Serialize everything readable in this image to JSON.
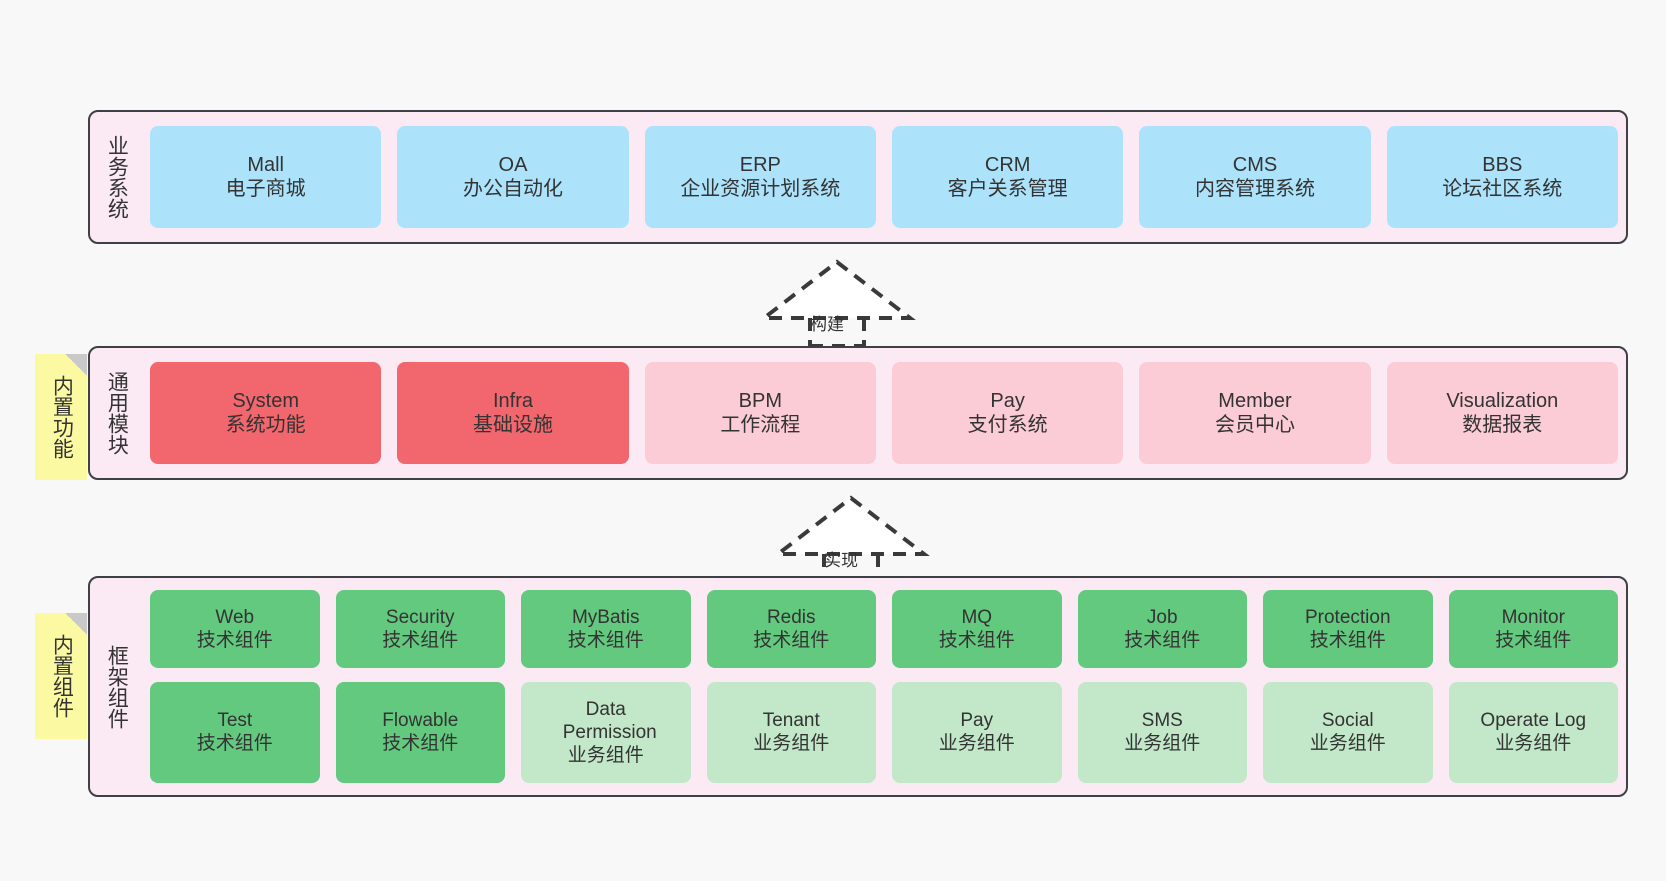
{
  "diagram": {
    "title": "",
    "colors": {
      "layer_bg": "#fbeaf4",
      "layer_border": "#3f3f46",
      "blue": "#ace3fb",
      "red": "#f2666e",
      "pink": "#fbccd5",
      "green": "#63c97f",
      "light_green": "#c2e8c9",
      "note": "#fbfaa3",
      "note_fold": "#c9c9c9",
      "canvas": "#f8f8f8"
    }
  },
  "layers": [
    {
      "id": "business-system",
      "title": "业务系统",
      "note": null,
      "cards": [
        {
          "en": "Mall",
          "cn": "电子商城",
          "color": "blue"
        },
        {
          "en": "OA",
          "cn": "办公自动化",
          "color": "blue"
        },
        {
          "en": "ERP",
          "cn": "企业资源计划系统",
          "color": "blue"
        },
        {
          "en": "CRM",
          "cn": "客户关系管理",
          "color": "blue"
        },
        {
          "en": "CMS",
          "cn": "内容管理系统",
          "color": "blue"
        },
        {
          "en": "BBS",
          "cn": "论坛社区系统",
          "color": "blue"
        }
      ]
    },
    {
      "id": "common-module",
      "title": "通用模块",
      "note": "内置功能",
      "cards": [
        {
          "en": "System",
          "cn": "系统功能",
          "color": "red"
        },
        {
          "en": "Infra",
          "cn": "基础设施",
          "color": "red"
        },
        {
          "en": "BPM",
          "cn": "工作流程",
          "color": "pink"
        },
        {
          "en": "Pay",
          "cn": "支付系统",
          "color": "pink"
        },
        {
          "en": "Member",
          "cn": "会员中心",
          "color": "pink"
        },
        {
          "en": "Visualization",
          "cn": "数据报表",
          "color": "pink"
        }
      ]
    },
    {
      "id": "framework-component",
      "title": "框架组件",
      "note": "内置组件",
      "rows": [
        [
          {
            "en": "Web",
            "cn": "技术组件",
            "color": "green"
          },
          {
            "en": "Security",
            "cn": "技术组件",
            "color": "green"
          },
          {
            "en": "MyBatis",
            "cn": "技术组件",
            "color": "green"
          },
          {
            "en": "Redis",
            "cn": "技术组件",
            "color": "green"
          },
          {
            "en": "MQ",
            "cn": "技术组件",
            "color": "green"
          },
          {
            "en": "Job",
            "cn": "技术组件",
            "color": "green"
          },
          {
            "en": "Protection",
            "cn": "技术组件",
            "color": "green"
          },
          {
            "en": "Monitor",
            "cn": "技术组件",
            "color": "green"
          }
        ],
        [
          {
            "en": "Test",
            "cn": "技术组件",
            "color": "green"
          },
          {
            "en": "Flowable",
            "cn": "技术组件",
            "color": "green"
          },
          {
            "en": "Data Permission",
            "cn": "业务组件",
            "color": "light_green"
          },
          {
            "en": "Tenant",
            "cn": "业务组件",
            "color": "light_green"
          },
          {
            "en": "Pay",
            "cn": "业务组件",
            "color": "light_green"
          },
          {
            "en": "SMS",
            "cn": "业务组件",
            "color": "light_green"
          },
          {
            "en": "Social",
            "cn": "业务组件",
            "color": "light_green"
          },
          {
            "en": "Operate Log",
            "cn": "业务组件",
            "color": "light_green"
          }
        ]
      ]
    }
  ],
  "connectors": [
    {
      "id": "build",
      "label": "构建",
      "from": "common-module",
      "to": "business-system"
    },
    {
      "id": "implement",
      "label": "实现",
      "from": "framework-component",
      "to": "common-module"
    }
  ]
}
